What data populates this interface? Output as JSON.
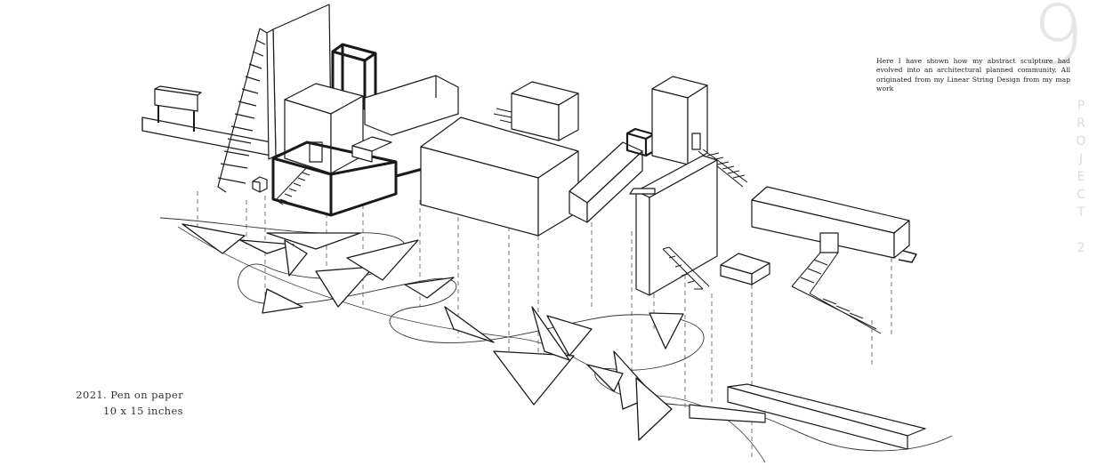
{
  "page": {
    "number": "9",
    "vertical_label": "PROJECT 2",
    "description": "Here I have shown how my abstract sculpture had evolved into an architectural planned community. All originated from my  Linear String Design from my map work",
    "caption": {
      "line1": "2021. Pen on paper",
      "line2": "10 x 15 inches"
    }
  },
  "colors": {
    "background": "#ffffff",
    "ink": "#1a1a1a",
    "faint_text": "#e6e6e6",
    "body_text": "#222222"
  }
}
